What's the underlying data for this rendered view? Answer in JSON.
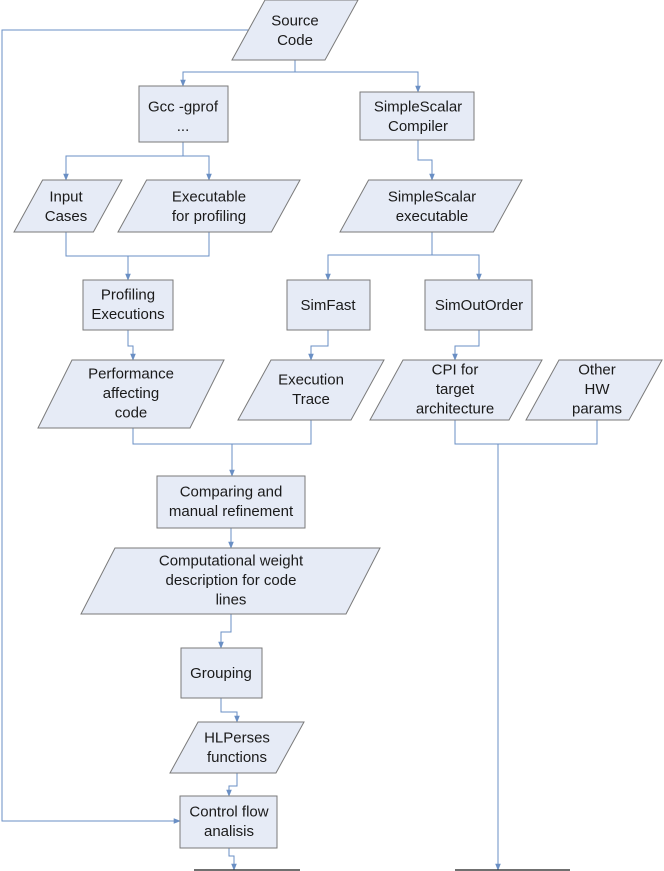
{
  "nodes": {
    "source_code": [
      "Source",
      "Code"
    ],
    "gcc_gprof": [
      "Gcc -gprof",
      "..."
    ],
    "simplescalar_compiler": [
      "SimpleScalar",
      "Compiler"
    ],
    "input_cases": [
      "Input",
      "Cases"
    ],
    "executable_for_profiling": [
      "Executable",
      "for profiling"
    ],
    "simplescalar_executable": [
      "SimpleScalar",
      "executable"
    ],
    "profiling_executions": [
      "Profiling",
      "Executions"
    ],
    "simfast": [
      "SimFast"
    ],
    "simoutorder": [
      "SimOutOrder"
    ],
    "performance_affecting_code": [
      "Performance",
      "affecting",
      "code"
    ],
    "execution_trace": [
      "Execution",
      "Trace"
    ],
    "cpi_target_architecture": [
      "CPI for",
      "target",
      "architecture"
    ],
    "other_hw_params": [
      "Other",
      "HW",
      "params"
    ],
    "comparing_manual_refinement": [
      "Comparing and",
      "manual refinement"
    ],
    "computational_weight": [
      "Computational weight",
      "description for code",
      "lines"
    ],
    "grouping": [
      "Grouping"
    ],
    "hlperses_functions": [
      "HLPerses",
      "functions"
    ],
    "control_flow_analisis": [
      "Control flow",
      "analisis"
    ]
  },
  "colors": {
    "node_fill": "#e6ebf6",
    "node_stroke": "#7a7a7a",
    "connector": "#6a8fc4"
  }
}
